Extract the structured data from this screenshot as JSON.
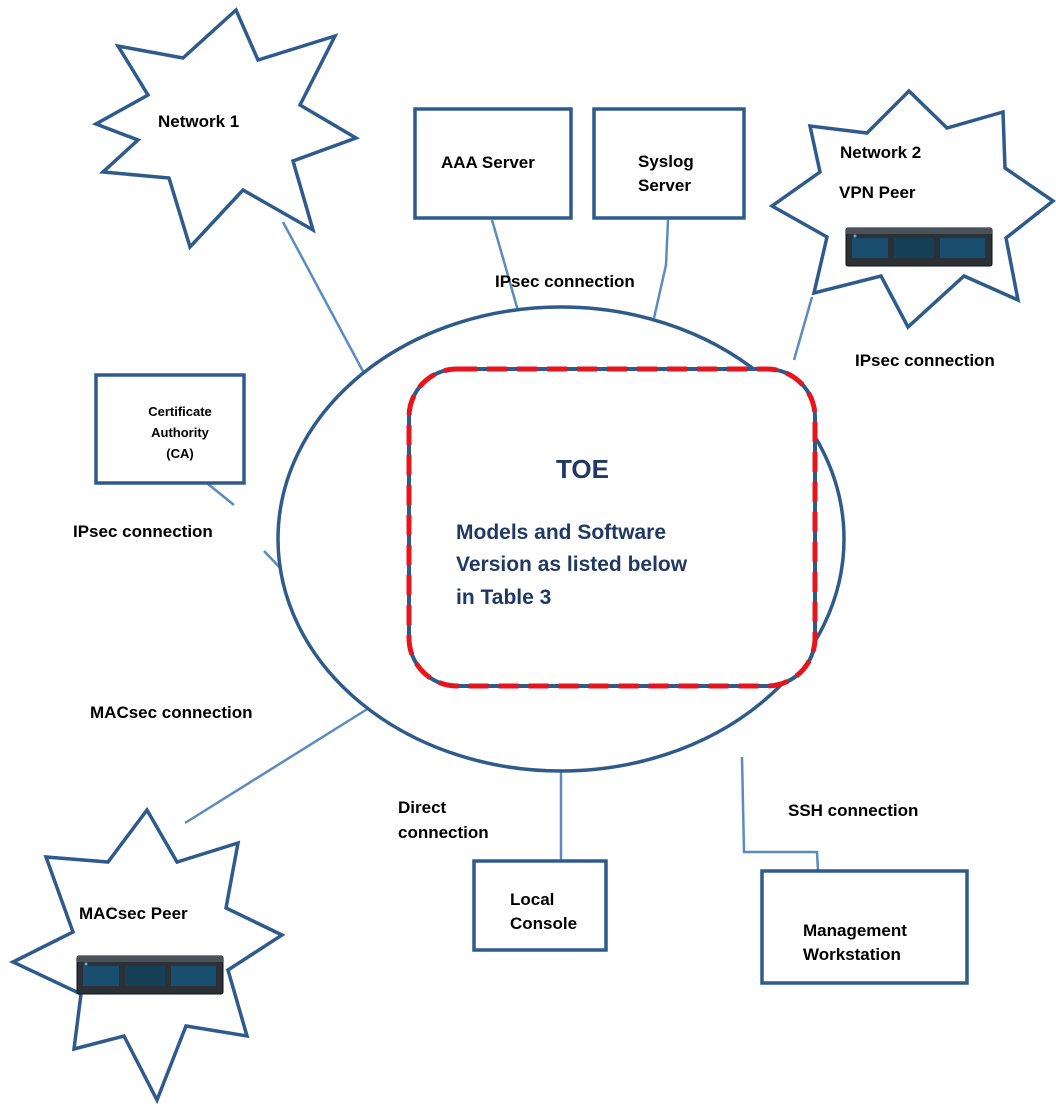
{
  "toe": {
    "title": "TOE",
    "desc_line1": "Models and Software",
    "desc_line2": "Version as listed below",
    "desc_line3": "in Table 3"
  },
  "nodes": {
    "network1": "Network 1",
    "aaa_server": "AAA Server",
    "syslog_line1": "Syslog",
    "syslog_line2": "Server",
    "network2_line1": "Network 2",
    "network2_line2": "VPN Peer",
    "ca_line1": "Certificate",
    "ca_line2": "Authority",
    "ca_line3": "(CA)",
    "macsec_peer": "MACsec Peer",
    "local_console_line1": "Local",
    "local_console_line2": "Console",
    "mgmt_line1": "Management",
    "mgmt_line2": "Workstation"
  },
  "connections": {
    "ipsec_top": "IPsec connection",
    "ipsec_right": "IPsec connection",
    "ipsec_left": "IPsec connection",
    "macsec": "MACsec connection",
    "direct_line1": "Direct",
    "direct_line2": "connection",
    "ssh": "SSH connection"
  },
  "colors": {
    "outline": "#2F5B8C",
    "link": "#5B8BC0",
    "toe_border_dash": "#E8141B",
    "toe_text": "#1F3864"
  }
}
